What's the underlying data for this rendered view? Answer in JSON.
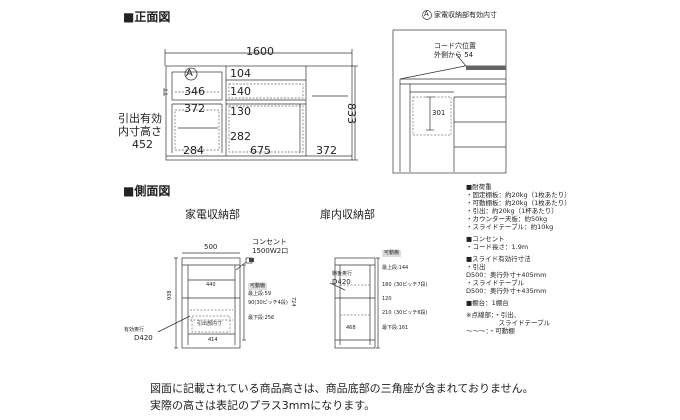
{
  "front": {
    "heading": "■正面図",
    "total_width": "1600",
    "left_label": [
      "引出有効",
      "内寸高さ",
      "452"
    ],
    "height": "833",
    "marker": "A",
    "dims": {
      "d346": "346",
      "d104": "104",
      "d140": "140",
      "d372a": "372",
      "d130": "130",
      "d282": "282",
      "d284": "284",
      "d675": "675",
      "d372b": "372"
    }
  },
  "detail": {
    "marker": "A",
    "title": "家電収納部有効内寸",
    "cord_label": [
      "コード穴位置",
      "外側から 54"
    ],
    "value": "301"
  },
  "side": {
    "heading": "■側面図",
    "appliance": {
      "title": "家電収納部",
      "width_top": "500",
      "outlet_label": [
        "コンセント",
        "1500W2口"
      ],
      "dim_440": "440",
      "movable": "可動棚",
      "top_shelf": "最上段:59",
      "pitch": "90(30ピッチ4段)",
      "bottom": "最下段:256",
      "height": "938",
      "right_height": "724",
      "depth_label": [
        "有効奥行",
        "D420"
      ],
      "drawer_label": "引出部内寸",
      "bottom_width": "414"
    },
    "cabinet": {
      "title": "扉内収納部",
      "movable": "可動棚",
      "top": "最上段:144",
      "d180": "180",
      "pitch": "(30ピッチ7段)",
      "d120": "120",
      "d210": "210",
      "pitch2": "(30ピッチ6段)",
      "bottom": "最下段:161",
      "depth_label": [
        "棚板奥行",
        "D420"
      ],
      "width": "468"
    }
  },
  "specs": [
    "■耐荷重",
    "・固定棚板：約20kg（1枚あたり）",
    "・可動棚板：約20kg（1枚あたり）",
    "・引出：約20kg（1杯あたり）",
    "・カウンター天板：約50kg",
    "・スライドテーブル：約10kg",
    "",
    "■コンセント",
    "・コード長さ：1.9m",
    "",
    "■スライド有効行寸法",
    "・引出",
    "D500：奥行外寸+405mm",
    "・スライドテーブル",
    "D500：奥行外寸+435mm",
    "",
    "■棚台：1棚台",
    "",
    "※点線部：・引出、",
    "　　　　　スライドテーブル",
    "～～～：・可動棚"
  ],
  "footer": [
    "図面に記載されている商品高さは、商品底部の三角座が含まれておりません。",
    "実際の高さは表記のプラス3mmになります。"
  ]
}
